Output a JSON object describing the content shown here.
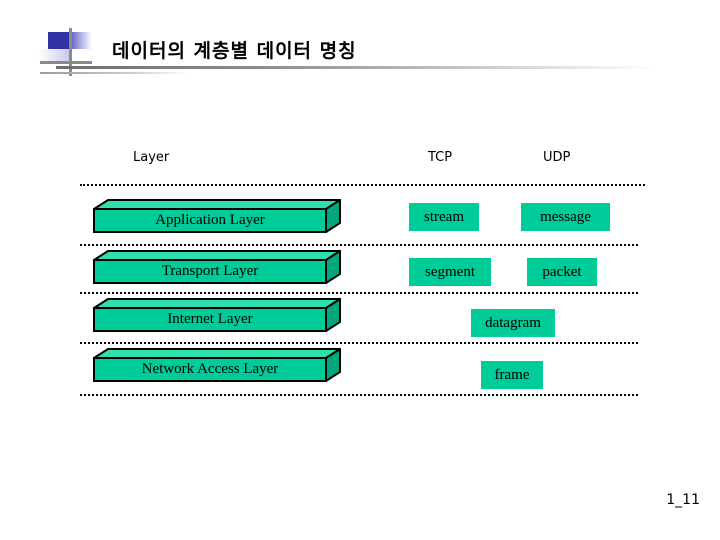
{
  "slide": {
    "title": "데이터의 계층별 데이터 명칭",
    "page_number": "1_11",
    "background_color": "#ffffff",
    "accent_color": "#00cc99",
    "deco_blue": "#3333a8",
    "rule_color": "#8a8a8a"
  },
  "headers": {
    "layer": "Layer",
    "tcp": "TCP",
    "udp": "UDP"
  },
  "layers": [
    {
      "label": "Application Layer"
    },
    {
      "label": "Transport Layer"
    },
    {
      "label": "Internet Layer"
    },
    {
      "label": "Network Access Layer"
    }
  ],
  "data_units": {
    "stream": "stream",
    "message": "message",
    "segment": "segment",
    "packet": "packet",
    "datagram": "datagram",
    "frame": "frame"
  }
}
